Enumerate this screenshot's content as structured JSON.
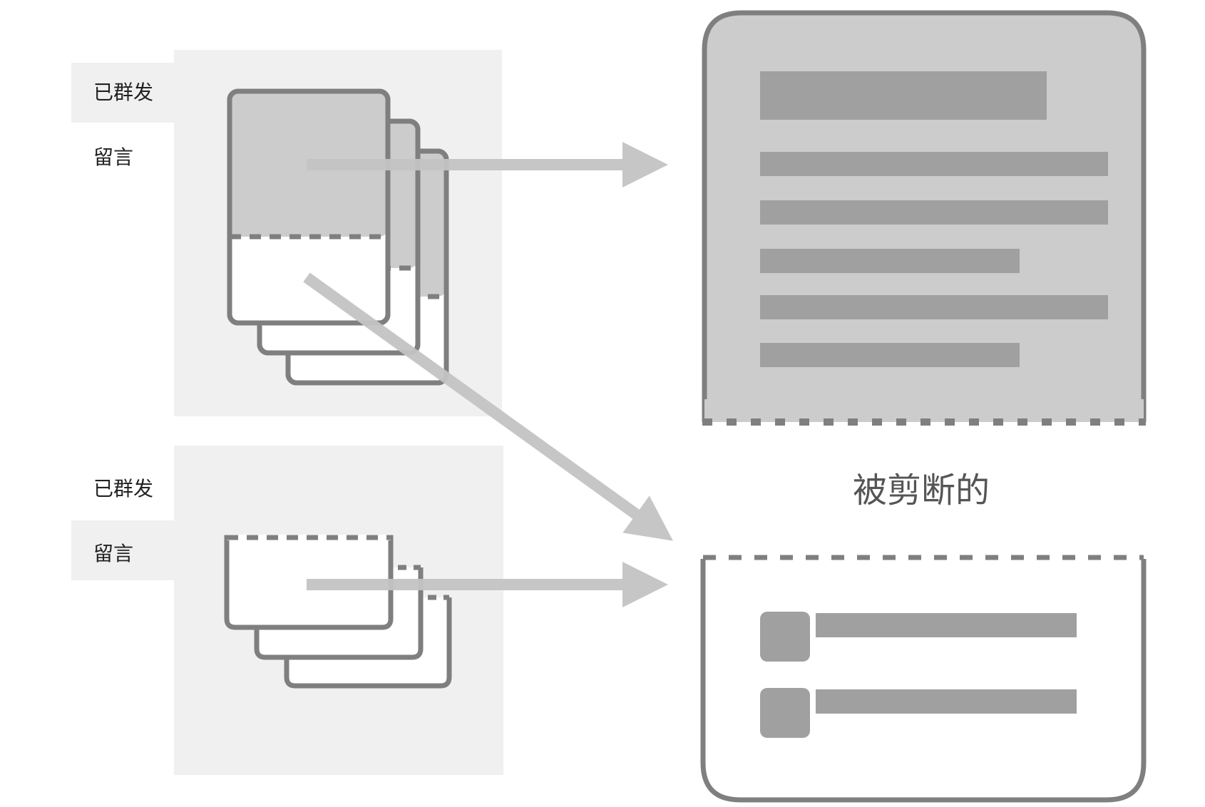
{
  "top_panel": {
    "tabs": [
      {
        "label": "已群发",
        "active": true
      },
      {
        "label": "留言",
        "active": false
      }
    ]
  },
  "bottom_panel": {
    "tabs": [
      {
        "label": "已群发",
        "active": false
      },
      {
        "label": "留言",
        "active": true
      }
    ]
  },
  "caption": "被剪断的",
  "colors": {
    "panel": "#f0f0f0",
    "stroke": "#7f7f7f",
    "card_fill": "#cccccc",
    "bar": "#a0a0a0",
    "arrow": "#c4c4c4"
  }
}
